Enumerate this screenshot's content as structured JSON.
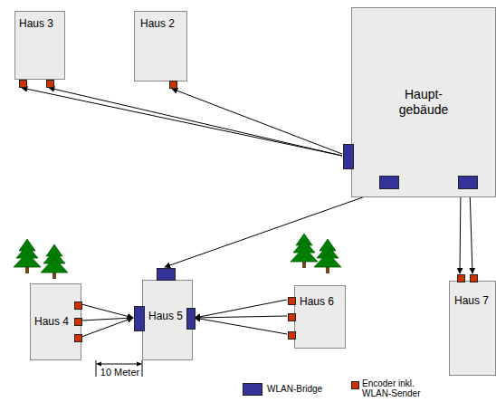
{
  "diagram": {
    "nodes": [
      {
        "text": [
          "Haus 3"
        ]
      },
      {
        "text": [
          "Haus 2"
        ]
      },
      {
        "text": [
          "Haupt- gebäude"
        ]
      },
      {
        "text": [
          "Haus 4"
        ]
      },
      {
        "text": [
          "Haus 5"
        ]
      },
      {
        "text": [
          "Haus 6"
        ]
      },
      {
        "text": [
          "Haus 7"
        ]
      }
    ],
    "edges": [
      {
        "from": 2,
        "to": 0,
        "arrow": "to"
      },
      {
        "from": 2,
        "to": 0,
        "arrow": "to"
      },
      {
        "from": 2,
        "to": 1,
        "arrow": "to"
      },
      {
        "from": 2,
        "to": 4,
        "arrow": "both"
      },
      {
        "from": 2,
        "to": 6,
        "arrow": "both"
      },
      {
        "from": 2,
        "to": 6,
        "arrow": "both"
      },
      {
        "from": 3,
        "to": 4,
        "arrow": "to"
      },
      {
        "from": 3,
        "to": 4,
        "arrow": "to"
      },
      {
        "from": 3,
        "to": 4,
        "arrow": "to"
      },
      {
        "from": 5,
        "to": 4,
        "arrow": "to"
      },
      {
        "from": 5,
        "to": 4,
        "arrow": "to"
      },
      {
        "from": 5,
        "to": 4,
        "arrow": "to"
      }
    ],
    "labels": [
      "10 Meter"
    ],
    "legend": [
      {
        "text": "WLAN-Bridge",
        "color": "#333399"
      },
      {
        "text": "Encoder inkl. WLAN-Sender",
        "color": "#cc3300"
      }
    ]
  }
}
